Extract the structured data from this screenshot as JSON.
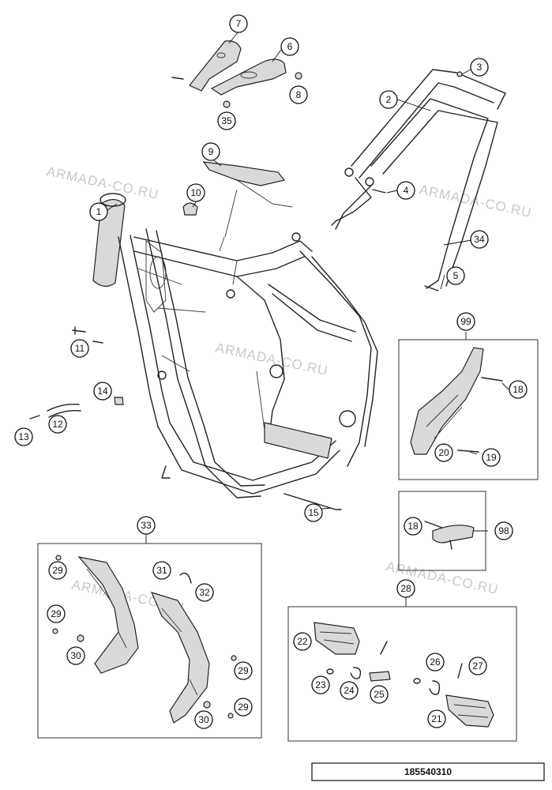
{
  "watermark": "ARMADA-CO.RU",
  "part_number": "185540310",
  "callouts": {
    "c1": "1",
    "c2": "2",
    "c3": "3",
    "c4": "4",
    "c5": "5",
    "c6": "6",
    "c7": "7",
    "c8": "8",
    "c9": "9",
    "c10": "10",
    "c11": "11",
    "c12": "12",
    "c13": "13",
    "c14": "14",
    "c15": "15",
    "c18a": "18",
    "c18b": "18",
    "c19": "19",
    "c20": "20",
    "c21": "21",
    "c22": "22",
    "c23": "23",
    "c24": "24",
    "c25": "25",
    "c26": "26",
    "c27": "27",
    "c28": "28",
    "c29a": "29",
    "c29b": "29",
    "c29c": "29",
    "c29d": "29",
    "c30a": "30",
    "c30b": "30",
    "c31": "31",
    "c32": "32",
    "c33": "33",
    "c34": "34",
    "c35": "35",
    "c98": "98",
    "c99": "99"
  }
}
